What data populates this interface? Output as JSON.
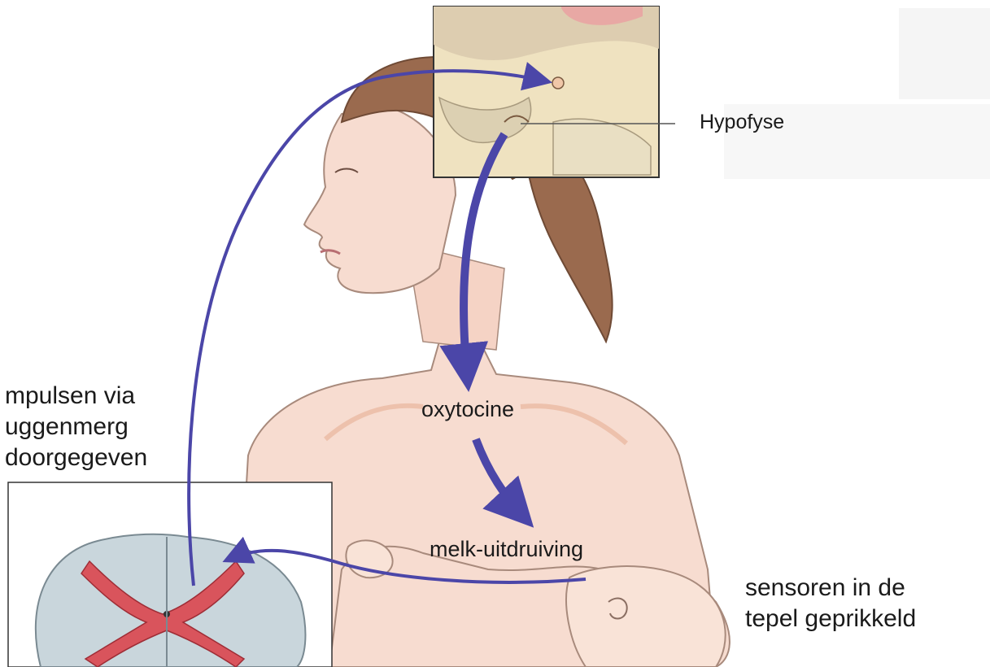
{
  "labels": {
    "hypofyse": "Hypofyse",
    "oxytocine": "oxytocine",
    "melk_uitdruiving": "melk-uitdruiving",
    "impulsen": [
      "mpulsen via",
      "uggenmerg",
      "doorgegeven"
    ],
    "sensoren": [
      "sensoren in de",
      "tepel geprikkeld"
    ]
  },
  "colors": {
    "nerve_arrow": "#4b46a8",
    "hormone_arrow": "#4b46a8",
    "skin": "#f7dcd0",
    "hair": "#9a6a4e",
    "spinal_cord_gray": "#c9d6dc",
    "spinal_cord_red": "#d9545c",
    "brain_beige": "#efe2c0"
  }
}
